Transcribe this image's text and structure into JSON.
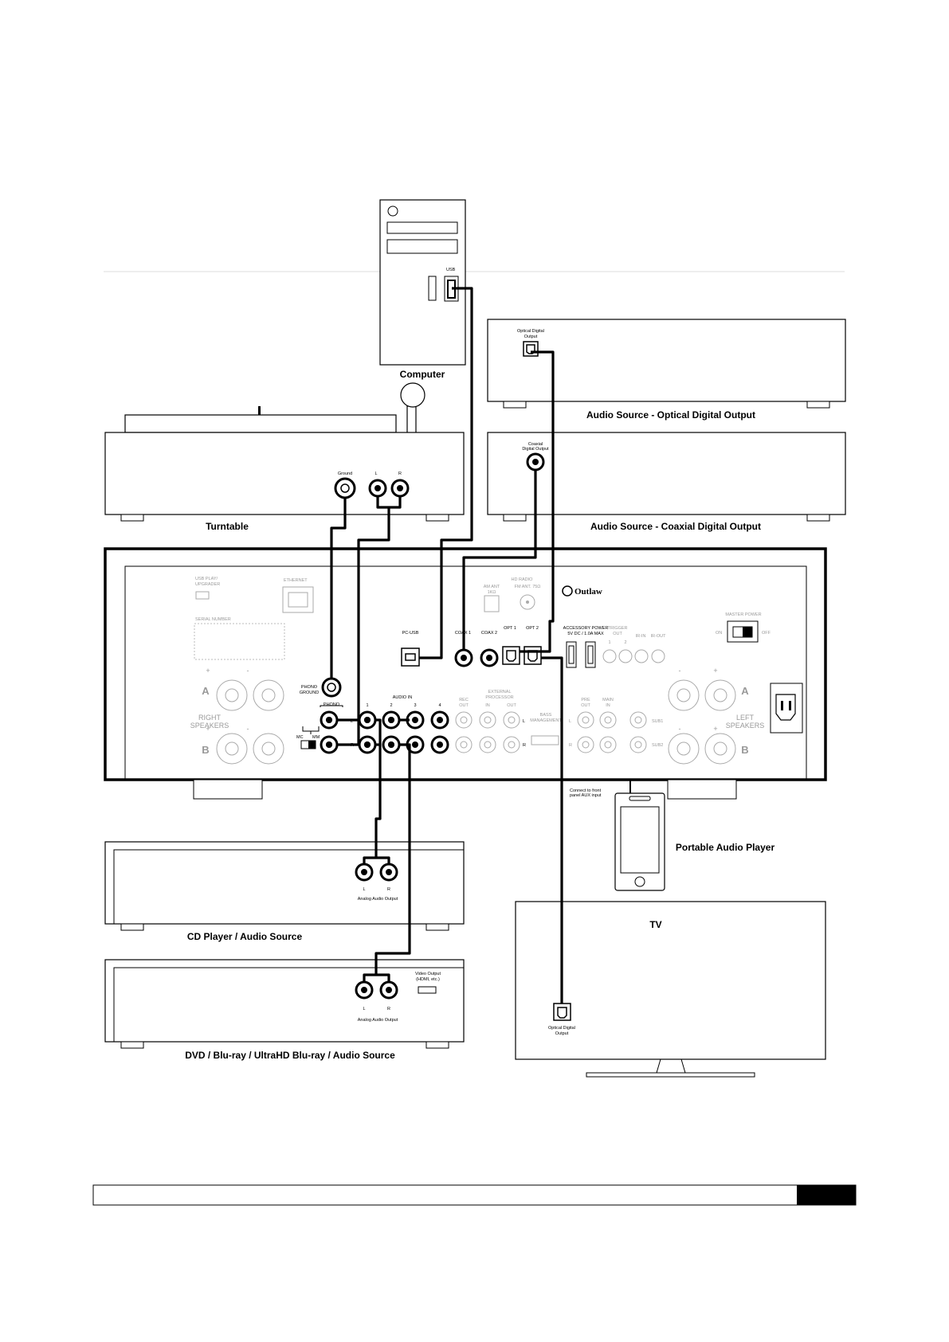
{
  "devices": {
    "computer": {
      "label": "Computer",
      "usb_port": "USB"
    },
    "turntable": {
      "label": "Turntable",
      "ground": "Ground",
      "left": "L",
      "right": "R"
    },
    "optical_source": {
      "label": "Audio Source -  Optical Digital Output",
      "port_line1": "Optical Digital",
      "port_line2": "Output"
    },
    "coaxial_source": {
      "label": "Audio Source - Coaxial Digital Output",
      "port_line1": "Coaxial",
      "port_line2": "Digital Output"
    },
    "cd_player": {
      "label": "CD Player / Audio Source",
      "left": "L",
      "right": "R",
      "output": "Analog Audio Output"
    },
    "dvd_player": {
      "label": "DVD / Blu-ray / UltraHD Blu-ray / Audio Source",
      "left": "L",
      "right": "R",
      "output": "Analog Audio Output",
      "video_line1": "Video Output",
      "video_line2": "(HDMI, etc.)"
    },
    "portable": {
      "label": "Portable Audio Player",
      "note_line1": "Connect to front",
      "note_line2": "panel AUX input"
    },
    "tv": {
      "label": "TV",
      "port_line1": "Optical Digital",
      "port_line2": "Output"
    }
  },
  "amplifier": {
    "brand": "Outlaw",
    "usb_play_1": "USB PLAY/",
    "usb_play_2": "UPGRADER",
    "ethernet": "ETHERNET",
    "serial_number": "SERIAL NUMBER",
    "hd_radio": "HD RADIO",
    "am_ant_1": "AM ANT",
    "am_ant_2": "1KΩ",
    "fm_ant": "FM ANT. 75Ω",
    "master_power": "MASTER POWER",
    "on": "ON",
    "off": "OFF",
    "pc_usb": "PC-USB",
    "coax1": "COAX 1",
    "coax2": "COAX 2",
    "opt1": "OPT 1",
    "opt2": "OPT 2",
    "accessory_1": "ACCESSORY POWER",
    "accessory_2": "5V DC / 1.0A MAX",
    "trigger_1": "TRIGGER",
    "trigger_2": "OUT",
    "trigger_n1": "1",
    "trigger_n2": "2",
    "ir_in": "IR-IN",
    "ir_out": "IR-OUT",
    "phono_ground_1": "PHONO",
    "phono_ground_2": "GROUND",
    "phono": "PHONO",
    "mc": "MC",
    "mm": "MM",
    "audio_in": "AUDIO IN",
    "in1": "1",
    "in2": "2",
    "in3": "3",
    "in4": "4",
    "rec_out_1": "REC",
    "rec_out_2": "OUT",
    "ext_proc_1": "EXTERNAL",
    "ext_proc_2": "PROCESSOR",
    "ext_in": "IN",
    "ext_out": "OUT",
    "bass_mgmt_1": "BASS",
    "bass_mgmt_2": "MANAGEMENT",
    "pre_out_1": "PRE",
    "pre_out_2": "OUT",
    "main_in_1": "MAIN",
    "main_in_2": "IN",
    "sub1": "SUB1",
    "sub2": "SUB2",
    "ch_l": "L",
    "ch_r": "R",
    "right_speakers_1": "RIGHT",
    "right_speakers_2": "SPEAKERS",
    "left_speakers_1": "LEFT",
    "left_speakers_2": "SPEAKERS",
    "spk_a": "A",
    "spk_b": "B",
    "plus": "+",
    "minus": "-"
  }
}
